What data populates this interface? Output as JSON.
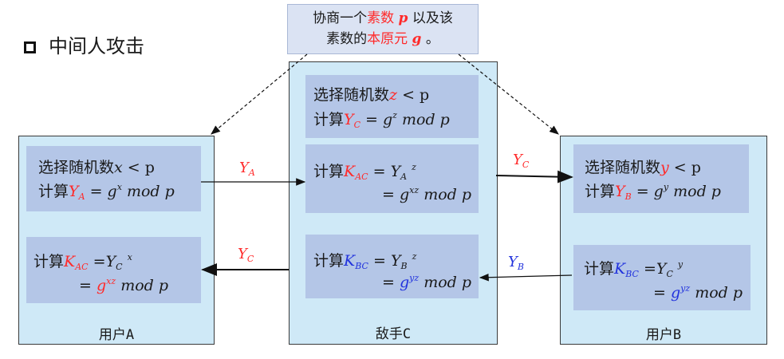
{
  "title": "中间人攻击",
  "note": {
    "part1": "协商一个",
    "prime_label": "素数",
    "p": "p",
    "part2": "以及该",
    "part3": "素数的",
    "root_label": "本原元",
    "g": "g",
    "part4": "。"
  },
  "panels": {
    "user_a": {
      "label": "用户A"
    },
    "adversary": {
      "label": "敌手C"
    },
    "user_b": {
      "label": "用户B"
    }
  },
  "common": {
    "choose_random": "选择随机数",
    "compute": "计算",
    "lt_p": "< p",
    "eq": "=",
    "mod_p": "mod p"
  },
  "vars": {
    "x": "x",
    "y": "y",
    "z": "z",
    "g": "g",
    "Y": "Y",
    "K": "K",
    "sub_A": "A",
    "sub_B": "B",
    "sub_C": "C",
    "sub_AC": "AC",
    "sub_BC": "BC",
    "exp_x": "x",
    "exp_y": "y",
    "exp_z": "z",
    "exp_xz": "xz",
    "exp_yz": "yz"
  },
  "arrows": {
    "a_to_c": "Y_A",
    "c_to_b": "Y_C",
    "c_to_a": "Y_C",
    "b_to_c": "Y_B"
  },
  "colors": {
    "highlight_red": "#ff2a2a",
    "highlight_blue": "#2233dd",
    "panel_bg": "#cfe9f7",
    "card_bg": "#b4c6e7"
  }
}
